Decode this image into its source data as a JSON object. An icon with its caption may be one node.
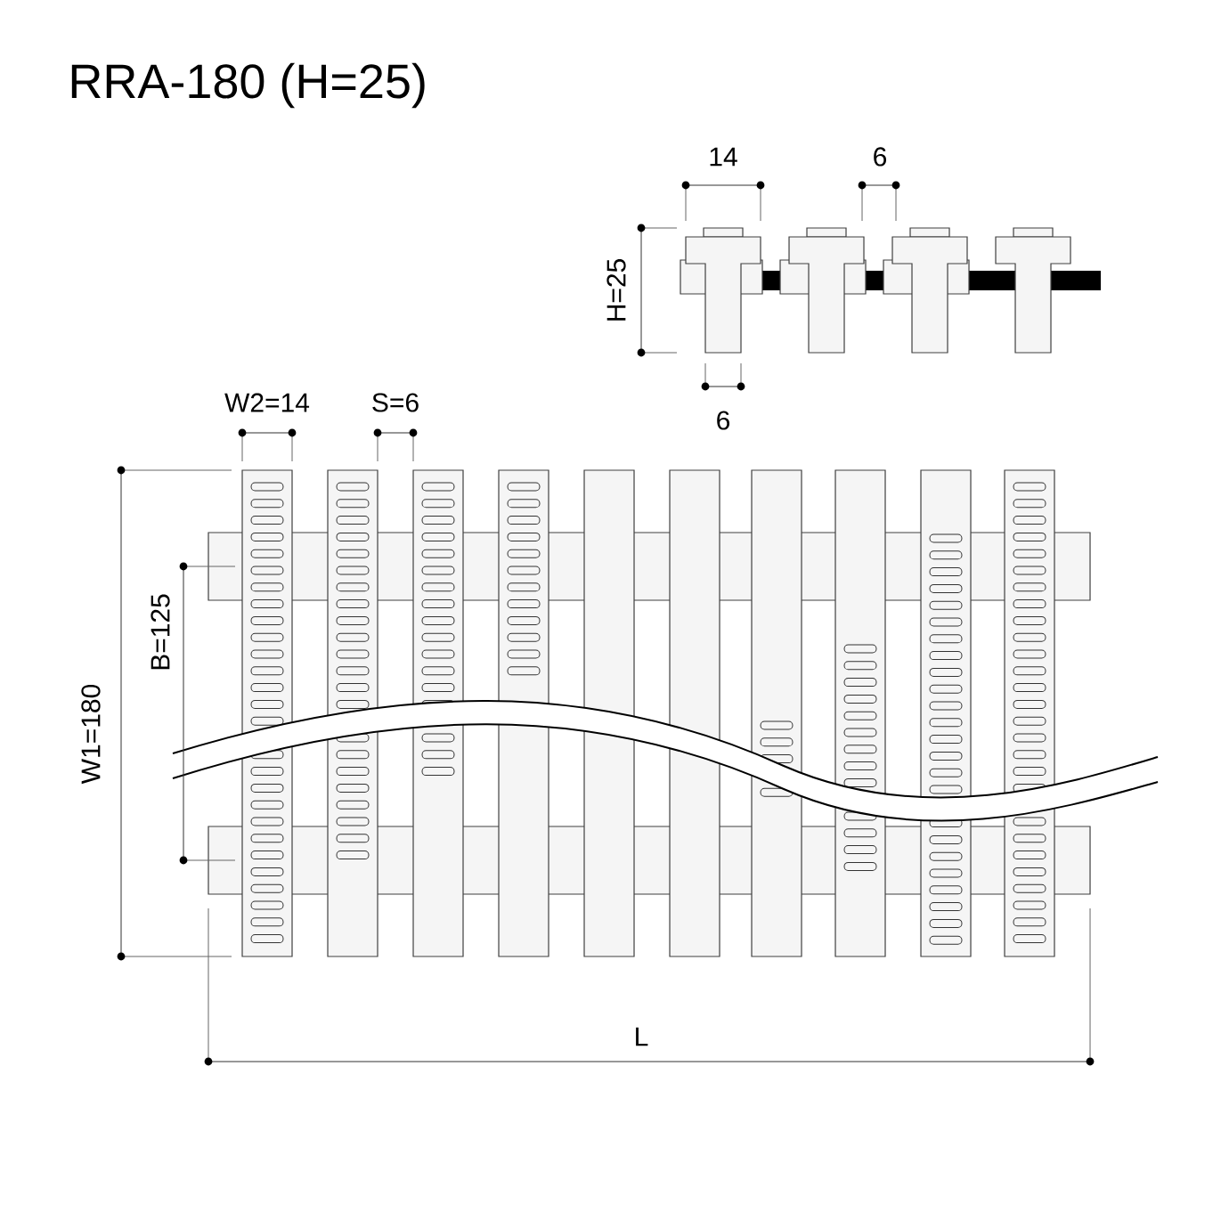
{
  "diagram": {
    "title": "RRA-180 (H=25)",
    "labels": [
      "14",
      "6",
      "H=25",
      "6",
      "W2=14",
      "S=6",
      "B=125",
      "W1=180",
      "L"
    ]
  }
}
